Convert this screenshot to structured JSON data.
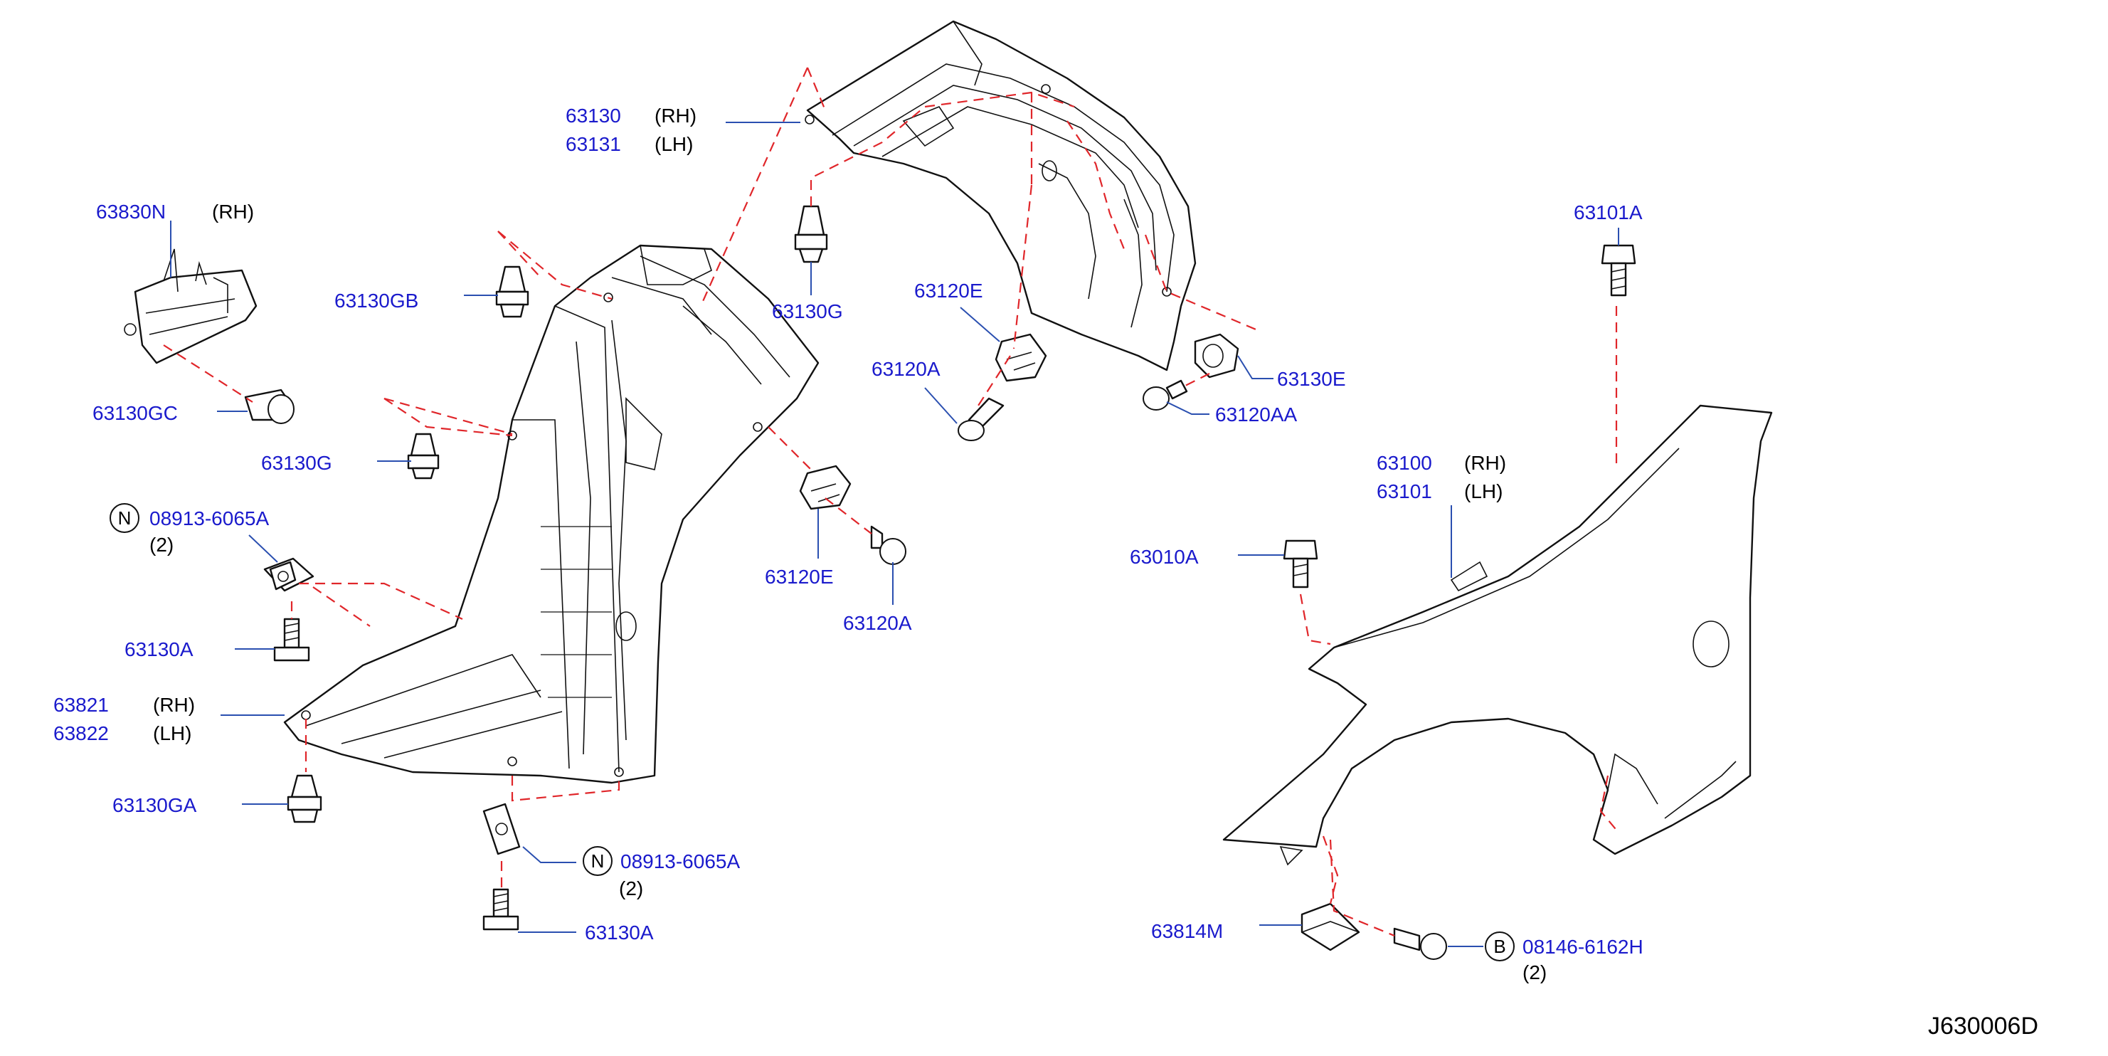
{
  "diagram_code": "J630006D",
  "callouts": [
    {
      "id": "c1",
      "part": "63130",
      "suffix": "(RH)"
    },
    {
      "id": "c2",
      "part": "63131",
      "suffix": "(LH)"
    },
    {
      "id": "c3",
      "part": "63830N",
      "suffix": "(RH)"
    },
    {
      "id": "c4",
      "part": "63130GC",
      "suffix": ""
    },
    {
      "id": "c5",
      "part": "63130GB",
      "suffix": ""
    },
    {
      "id": "c6",
      "part": "63130G",
      "suffix": ""
    },
    {
      "id": "c7",
      "part": "63130G",
      "suffix": ""
    },
    {
      "id": "c8",
      "part": "08913-6065A",
      "suffix": "(2)",
      "badge": "N"
    },
    {
      "id": "c9",
      "part": "63130A",
      "suffix": ""
    },
    {
      "id": "c10",
      "part": "63821",
      "suffix": "(RH)"
    },
    {
      "id": "c11",
      "part": "63822",
      "suffix": "(LH)"
    },
    {
      "id": "c12",
      "part": "63130GA",
      "suffix": ""
    },
    {
      "id": "c13",
      "part": "08913-6065A",
      "suffix": "(2)",
      "badge": "N"
    },
    {
      "id": "c14",
      "part": "63130A",
      "suffix": ""
    },
    {
      "id": "c15",
      "part": "63120E",
      "suffix": ""
    },
    {
      "id": "c16",
      "part": "63120A",
      "suffix": ""
    },
    {
      "id": "c17",
      "part": "63120E",
      "suffix": ""
    },
    {
      "id": "c18",
      "part": "63120A",
      "suffix": ""
    },
    {
      "id": "c19",
      "part": "63130E",
      "suffix": ""
    },
    {
      "id": "c20",
      "part": "63120AA",
      "suffix": ""
    },
    {
      "id": "c21",
      "part": "63101A",
      "suffix": ""
    },
    {
      "id": "c22",
      "part": "63100",
      "suffix": "(RH)"
    },
    {
      "id": "c23",
      "part": "63101",
      "suffix": "(LH)"
    },
    {
      "id": "c24",
      "part": "63010A",
      "suffix": ""
    },
    {
      "id": "c25",
      "part": "63814M",
      "suffix": ""
    },
    {
      "id": "c26",
      "part": "08146-6162H",
      "suffix": "(2)",
      "badge": "B"
    }
  ],
  "colors": {
    "part_number": "#1a1acc",
    "leader": "#2a4fb0",
    "dashed": "#e0262a",
    "outline": "#111111"
  }
}
